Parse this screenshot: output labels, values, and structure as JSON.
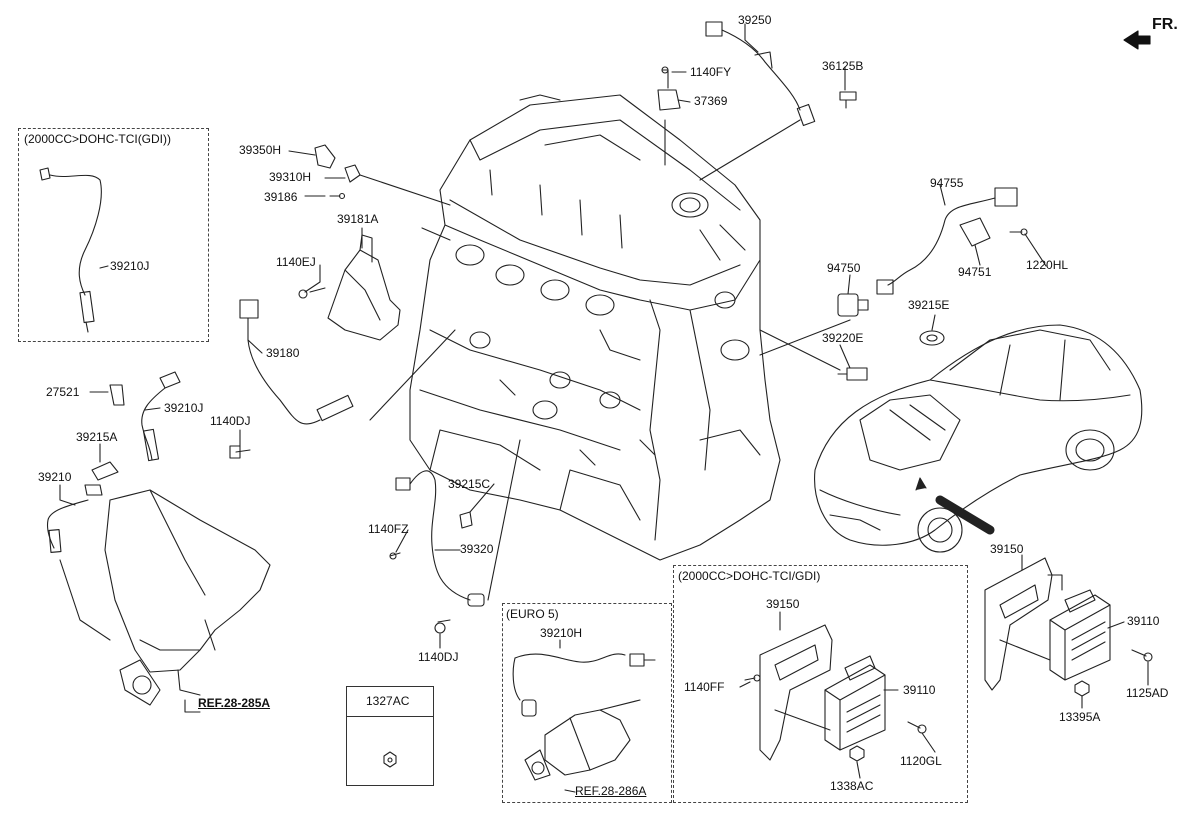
{
  "orientation": {
    "label": "FR."
  },
  "boxes": {
    "dohc_tci_top": "(2000CC>DOHC-TCI(GDI))",
    "euro5": "(EURO 5)",
    "dohc_tci_ecu": "(2000CC>DOHC-TCI/GDI)",
    "nut_1327AC": "1327AC"
  },
  "refs": {
    "ref_28_285A": "REF.28-285A",
    "ref_28_286A": "REF.28-286A"
  },
  "parts": {
    "p39250": "39250",
    "p1140FY": "1140FY",
    "p36125B": "36125B",
    "p37369": "37369",
    "p39350H": "39350H",
    "p39310H": "39310H",
    "p39186": "39186",
    "p39181A": "39181A",
    "p1140EJ": "1140EJ",
    "p39180": "39180",
    "p1140DJ_a": "1140DJ",
    "p39210J_a": "39210J",
    "p39210J_b": "39210J",
    "p27521": "27521",
    "p39215A": "39215A",
    "p39210": "39210",
    "p39215C": "39215C",
    "p1140FZ": "1140FZ",
    "p39320": "39320",
    "p1140DJ_b": "1140DJ",
    "p94755": "94755",
    "p94751": "94751",
    "p1220HL": "1220HL",
    "p94750": "94750",
    "p39215E": "39215E",
    "p39220E": "39220E",
    "p39150_a": "39150",
    "p39110_a": "39110",
    "p1125AD": "1125AD",
    "p13395A": "13395A",
    "p39210H": "39210H",
    "p39150_b": "39150",
    "p1140FF": "1140FF",
    "p39110_b": "39110",
    "p1120GL": "1120GL",
    "p1338AC": "1338AC"
  }
}
